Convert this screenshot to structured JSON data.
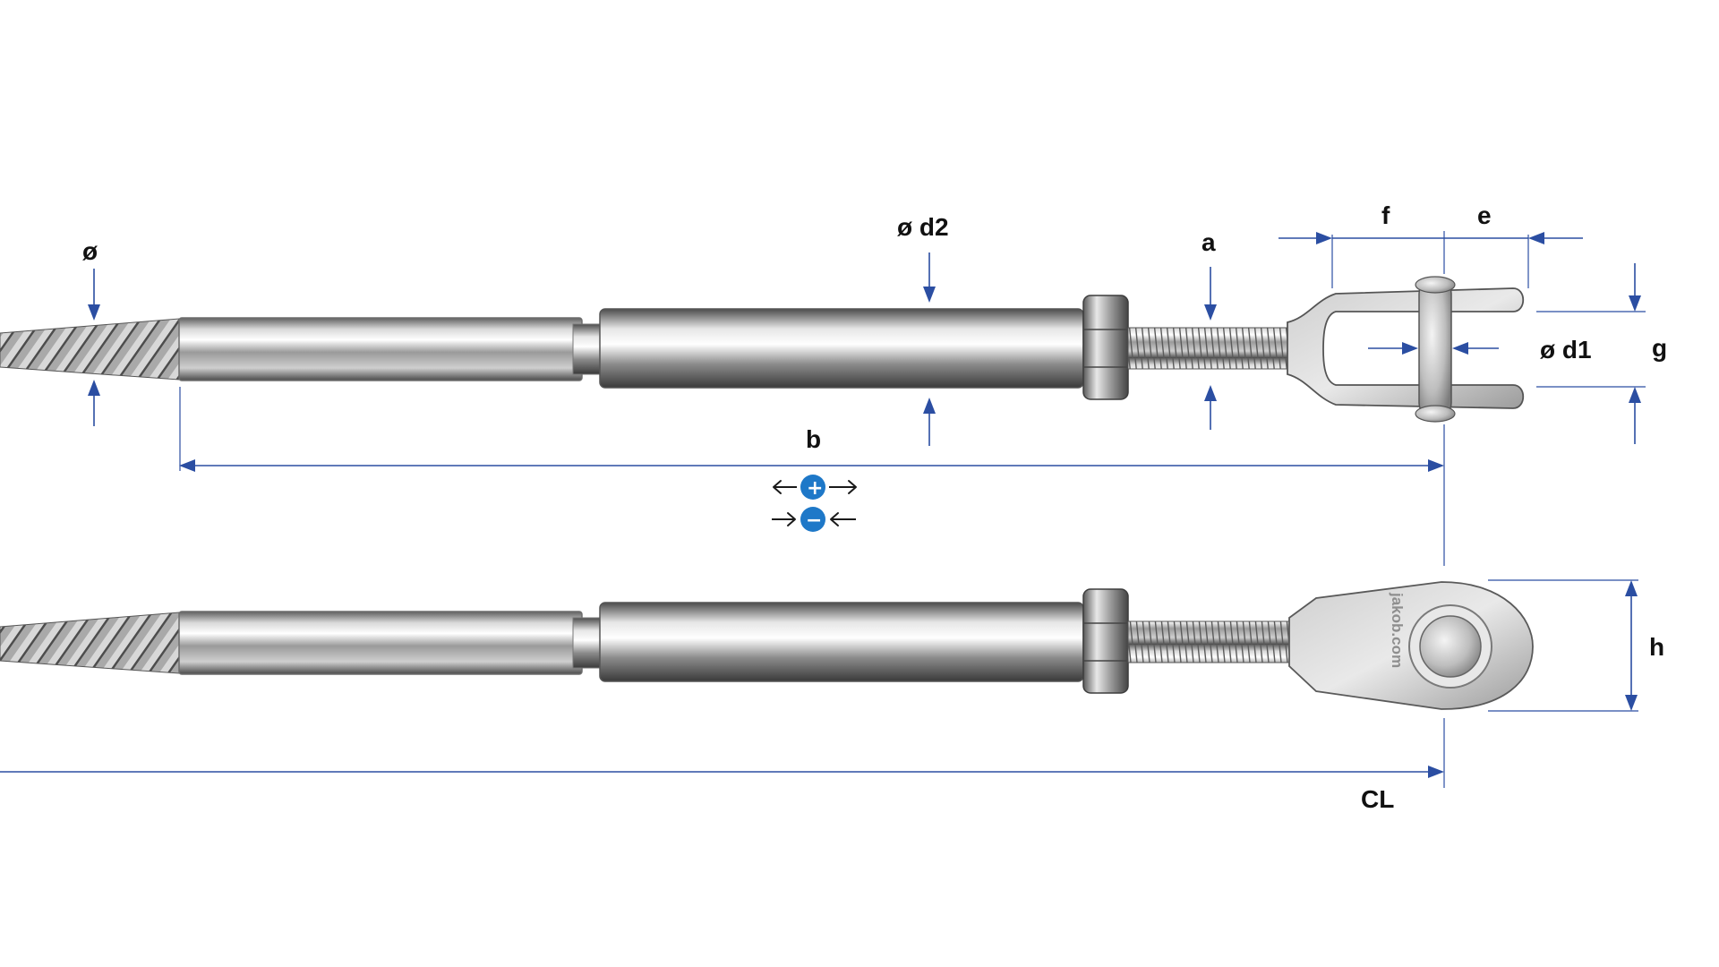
{
  "labels": {
    "dia": "ø",
    "d2": "ø d2",
    "a": "a",
    "f": "f",
    "e": "e",
    "d1": "ø d1",
    "g": "g",
    "b": "b",
    "h": "h",
    "cl": "CL"
  },
  "adjust": {
    "plus": "+",
    "minus": "−"
  },
  "brand": "jakob.com",
  "colors": {
    "dimension": "#2b4ea2",
    "adjust_circle": "#1e78c8",
    "steel_light": "#f2f2f2",
    "steel_dark": "#6a6a6a"
  }
}
